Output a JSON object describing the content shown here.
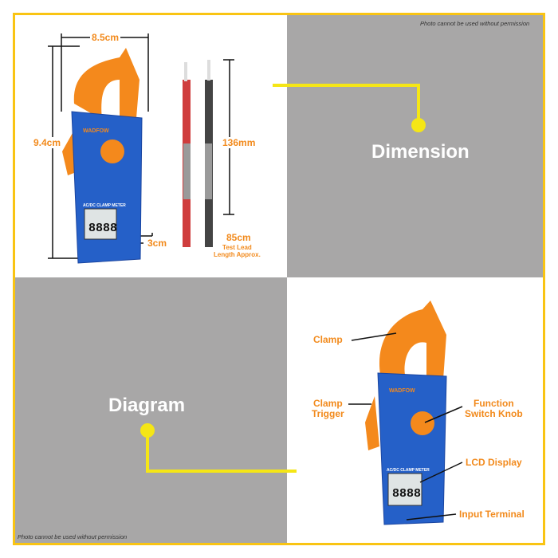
{
  "watermark": "Photo cannot be used without permission",
  "dimension_panel": {
    "title": "Dimension",
    "width": "8.5cm",
    "height": "9.4cm",
    "depth": "3cm",
    "probe_length": "136mm",
    "lead_length": "85cm",
    "lead_note_line1": "Test Lead",
    "lead_note_line2": "Length Approx."
  },
  "diagram_panel": {
    "title": "Diagram",
    "labels": {
      "clamp": "Clamp",
      "trigger_1": "Clamp",
      "trigger_2": "Trigger",
      "knob_1": "Function",
      "knob_2": "Switch Knob",
      "lcd": "LCD Display",
      "terminal": "Input Terminal"
    }
  },
  "product": {
    "brand": "WADFOW",
    "model_text": "AC/DC CLAMP METER",
    "display": "8888"
  },
  "colors": {
    "accent_yellow": "#f9c413",
    "orange": "#f28a1c",
    "blue": "#1f5fc4",
    "gray": "#a8a7a7"
  }
}
